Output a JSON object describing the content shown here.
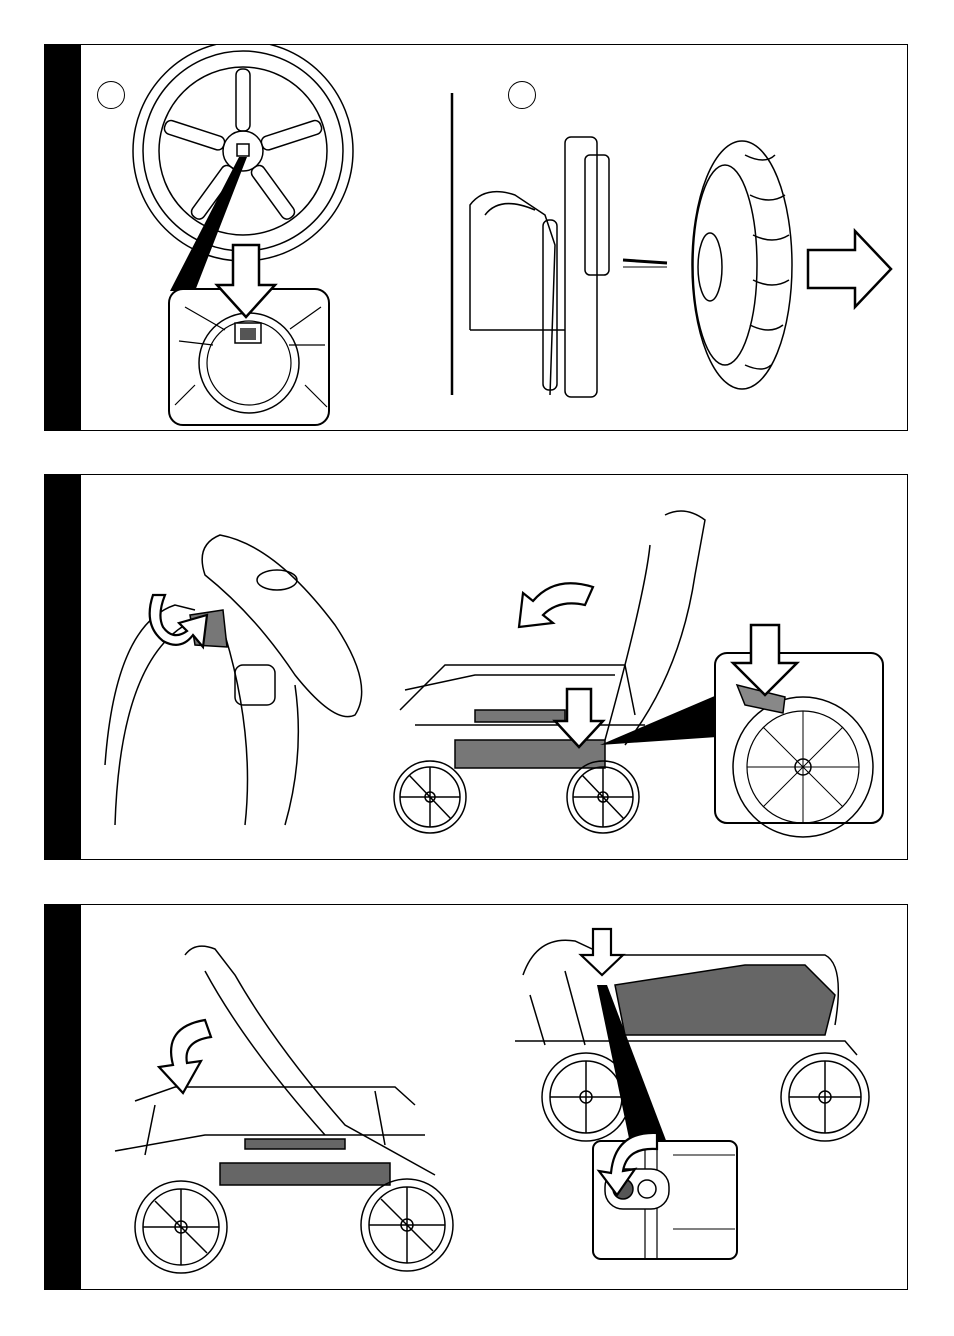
{
  "panels": [
    {
      "id": "panel-1",
      "step_markers": [
        "",
        ""
      ]
    },
    {
      "id": "panel-2"
    },
    {
      "id": "panel-3"
    }
  ],
  "colors": {
    "ink": "#000000",
    "shade": "#555555",
    "light_shade": "#8a8a8a",
    "paper": "#ffffff"
  },
  "icons": [
    "wheel-hub-icon",
    "push-arrow-icon",
    "pull-arrow-icon",
    "rotate-arrow-icon",
    "stroller-icon"
  ]
}
